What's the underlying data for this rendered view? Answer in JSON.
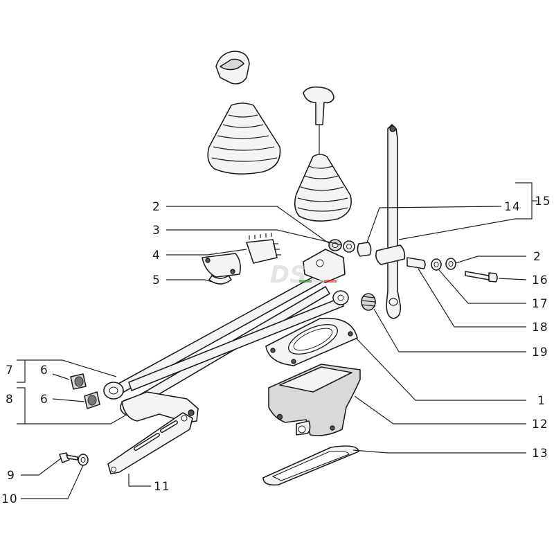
{
  "callouts": {
    "c1": "1",
    "c2a": "2",
    "c2b": "2",
    "c3": "3",
    "c4": "4",
    "c5": "5",
    "c6a": "6",
    "c6b": "6",
    "c7": "7",
    "c8": "8",
    "c9": "9",
    "c10": "10",
    "c11": "11",
    "c12": "12",
    "c13": "13",
    "c14": "14",
    "c15": "15",
    "c16": "16",
    "c17": "17",
    "c18": "18",
    "c19": "19"
  },
  "watermark": {
    "brand_colors": [
      "#2e8b3a",
      "#ffffff",
      "#d22b2b"
    ]
  }
}
